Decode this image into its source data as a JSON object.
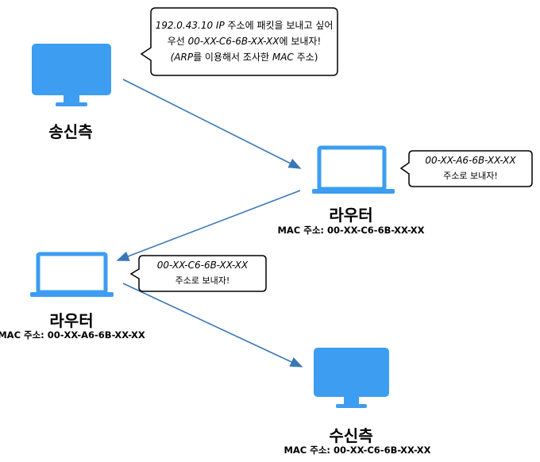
{
  "accent": "#3d9df0",
  "arrow_color": "#3a77b8",
  "sender": {
    "label": "송신측"
  },
  "router1": {
    "label": "라우터",
    "mac": "MAC 주소: 00-XX-C6-6B-XX-XX"
  },
  "router2": {
    "label": "라우터",
    "mac": "MAC 주소: 00-XX-A6-6B-XX-XX"
  },
  "receiver": {
    "label": "수신측",
    "mac": "MAC 주소: 00-XX-C6-6B-XX-XX"
  },
  "bubble_sender": {
    "line1_ip": "192.0.43.10 IP",
    "line1_rest": " 주소에 패킷을 보내고 싶어",
    "line2_pre": "우선 ",
    "line2_mac": "00-XX-C6-6B-XX-XX",
    "line2_rest": "에 보내자!",
    "line3_a": "(ARP",
    "line3_b": "를 이용해서 조사한 ",
    "line3_c": "MAC",
    "line3_d": " 주소)"
  },
  "bubble_router1": {
    "mac": "00-XX-A6-6B-XX-XX",
    "text": "주소로 보내자!"
  },
  "bubble_router2": {
    "mac": "00-XX-C6-6B-XX-XX",
    "text": "주소로 보내자!"
  }
}
